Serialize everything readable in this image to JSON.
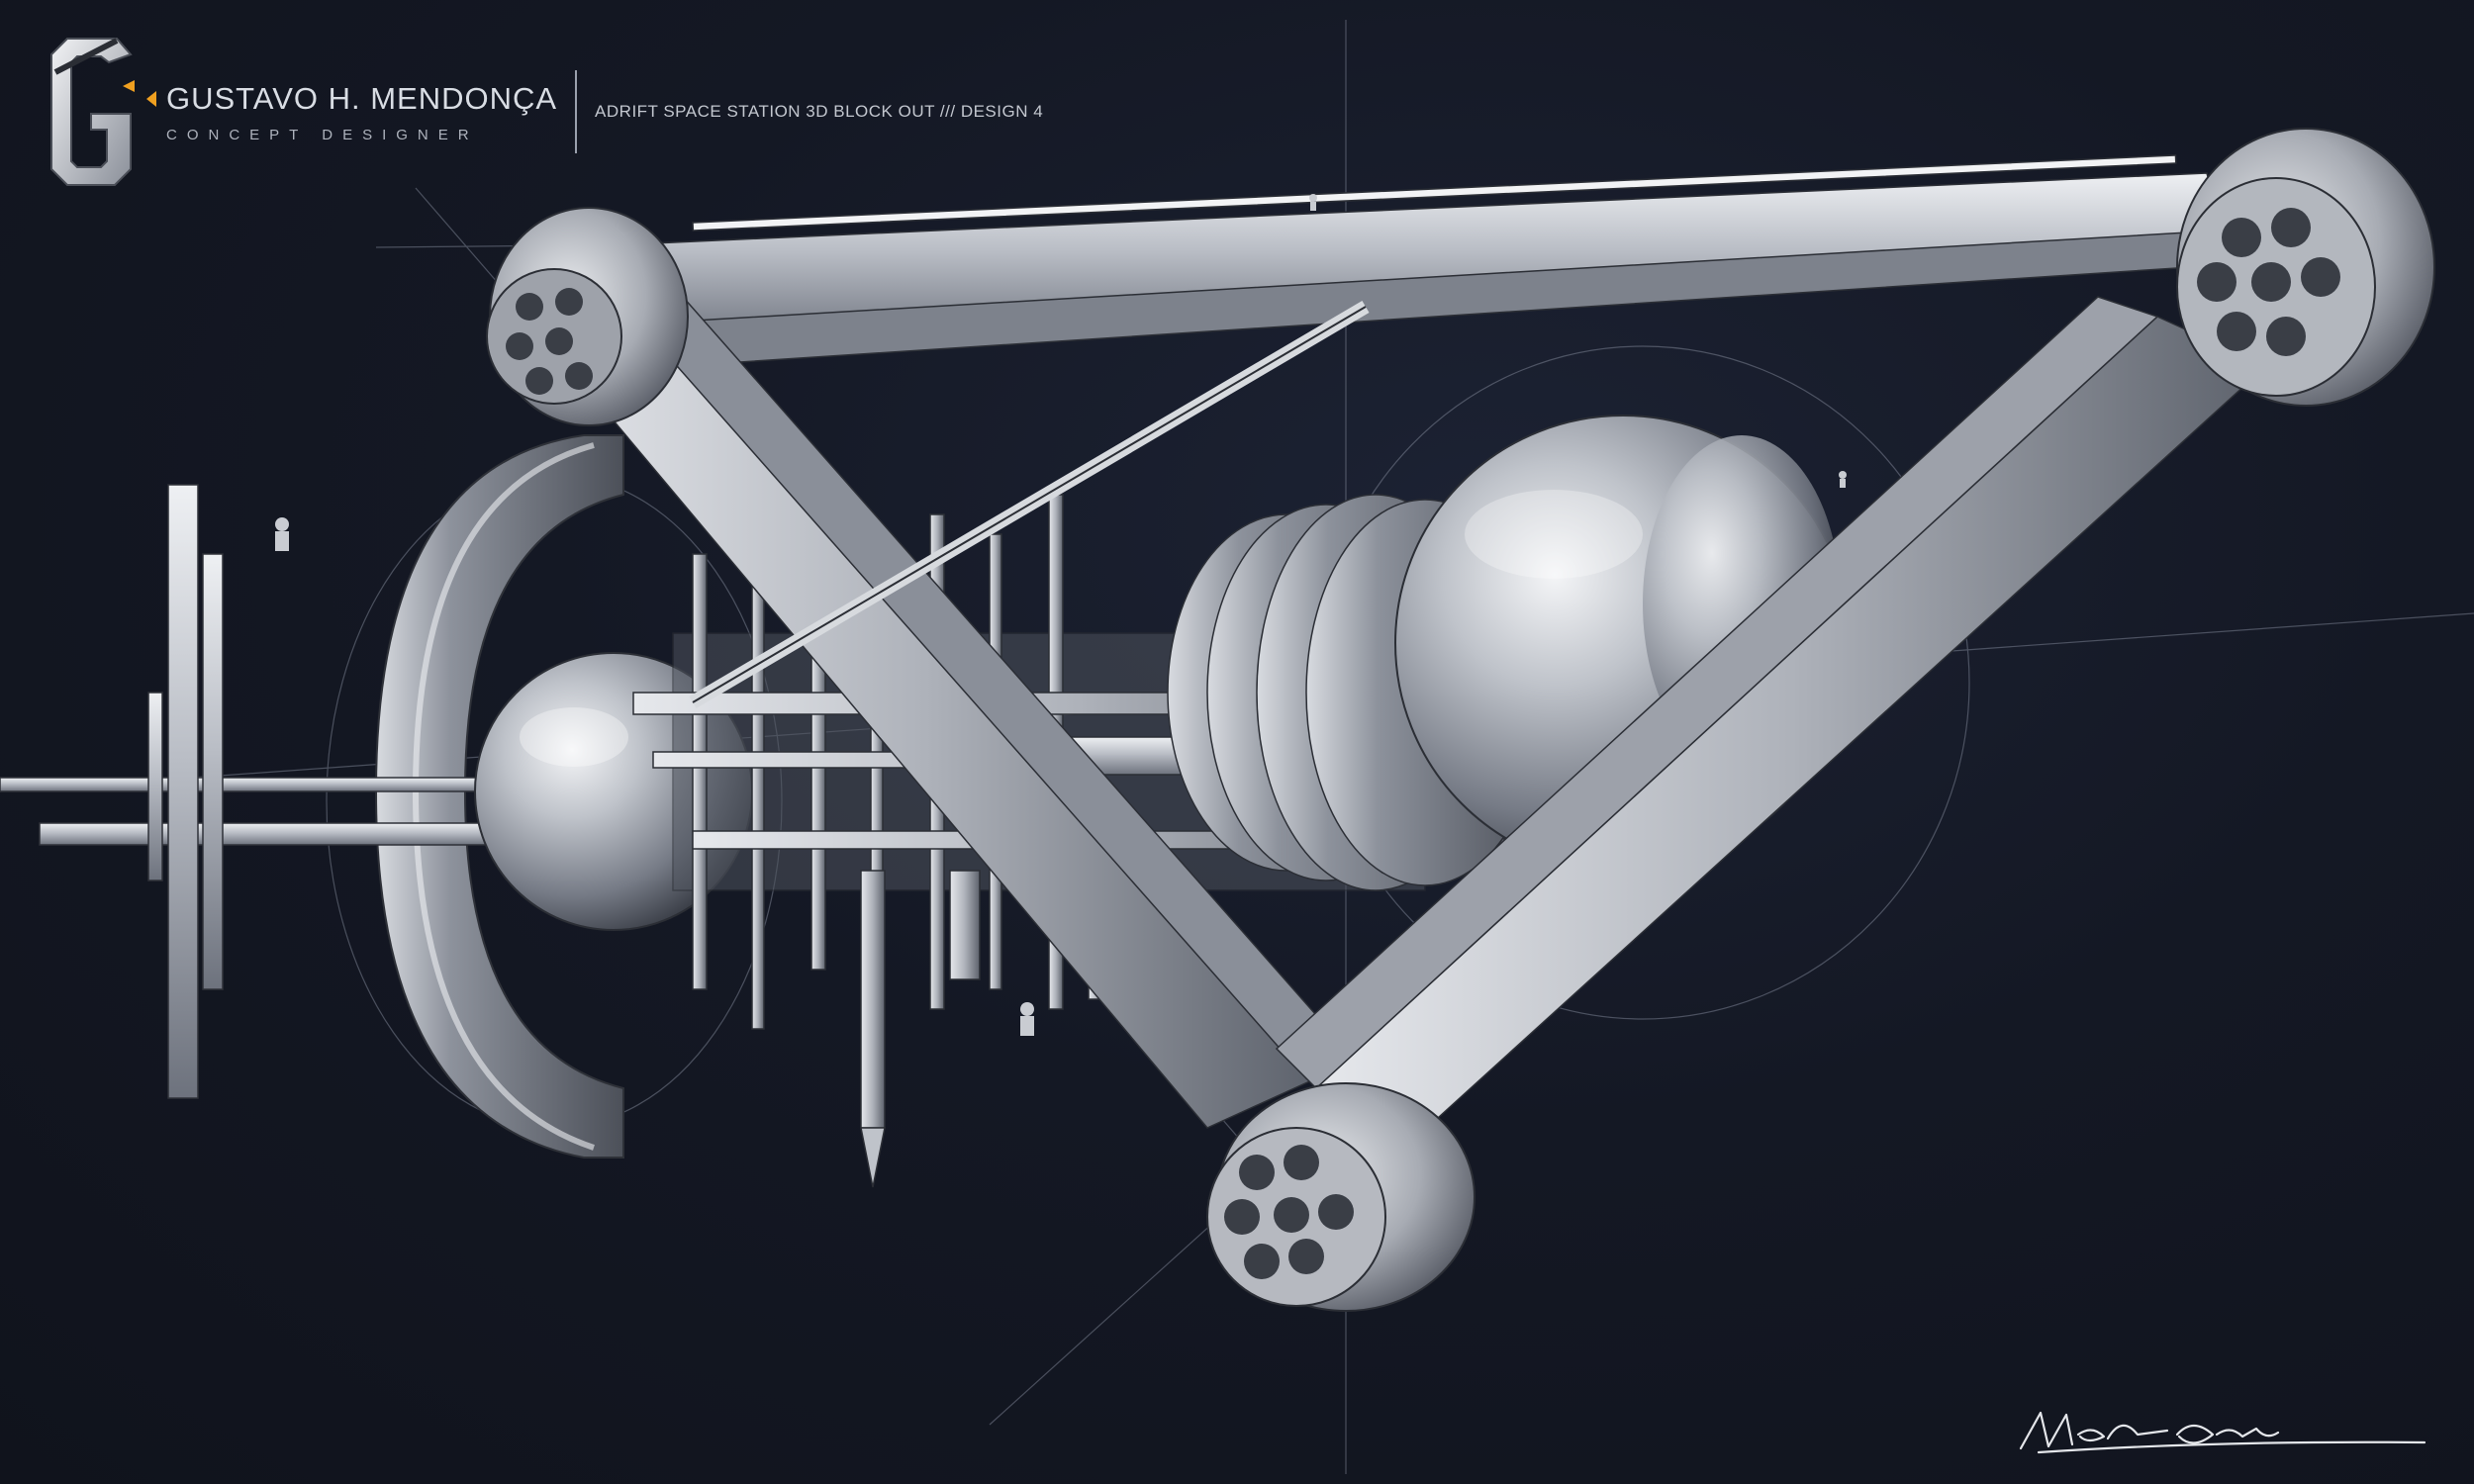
{
  "header": {
    "logo_icon": "gm-monogram-icon",
    "designer_name": "GUSTAVO H. MENDONÇA",
    "designer_role": "CONCEPT DESIGNER",
    "project_title": "ADRIFT SPACE STATION 3D BLOCK OUT /// DESIGN 4"
  },
  "artwork": {
    "subject_icon": "space-station-render",
    "accent_color": "#f0a020",
    "background_color": "#141824",
    "metal_color": "#c9ccd2"
  },
  "signature": {
    "icon": "artist-signature-icon"
  }
}
